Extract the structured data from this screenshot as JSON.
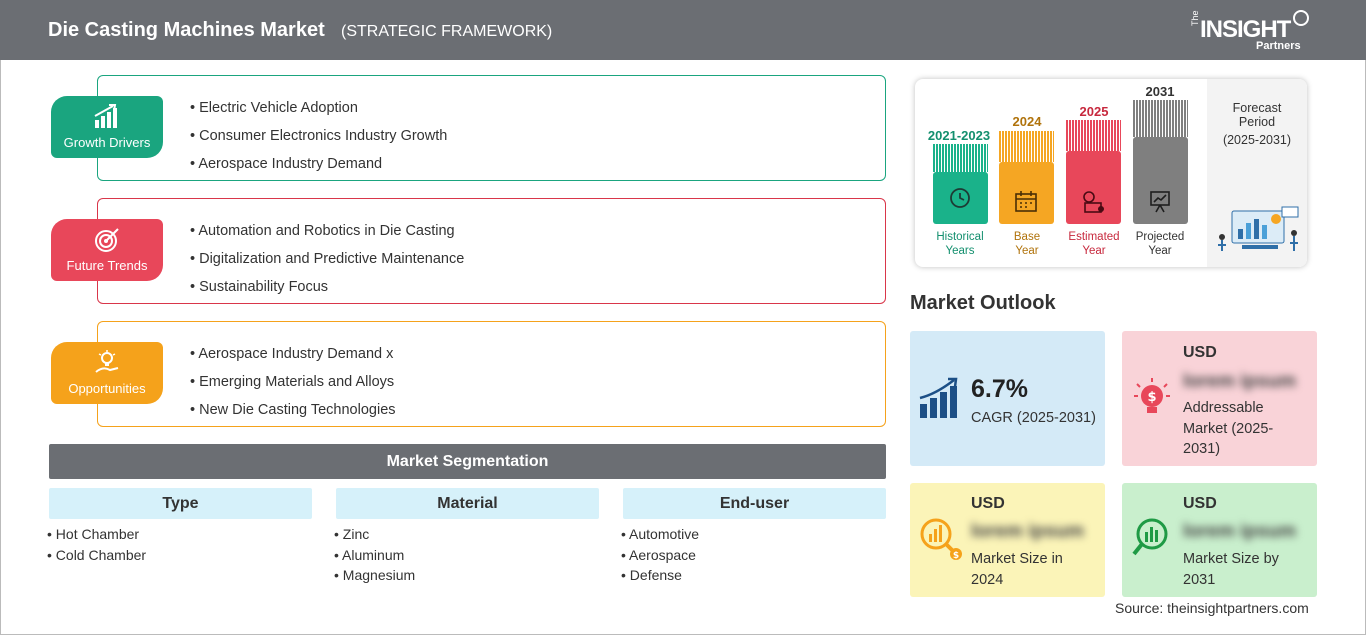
{
  "header": {
    "title": "Die Casting Machines Market",
    "subtitle": "(STRATEGIC FRAMEWORK)",
    "logo": {
      "the": "The",
      "insight": "INSIGHT",
      "partners": "Partners"
    }
  },
  "framework": {
    "growth_drivers": {
      "label": "Growth Drivers",
      "color": "#1aa57f",
      "items": [
        "Electric Vehicle Adoption",
        "Consumer Electronics Industry Growth",
        "Aerospace Industry Demand"
      ]
    },
    "future_trends": {
      "label": "Future Trends",
      "color": "#e8475a",
      "items": [
        "Automation and Robotics in Die Casting",
        "Digitalization and Predictive Maintenance",
        "Sustainability Focus"
      ]
    },
    "opportunities": {
      "label": "Opportunities",
      "color": "#f5a21b",
      "items": [
        "Aerospace Industry Demand x",
        "Emerging Materials and Alloys",
        "New Die Casting Technologies"
      ]
    }
  },
  "segmentation": {
    "title": "Market Segmentation",
    "columns": [
      {
        "title": "Type",
        "items": [
          "Hot Chamber",
          "Cold Chamber"
        ]
      },
      {
        "title": "Material",
        "items": [
          "Zinc",
          "Aluminum",
          "Magnesium"
        ]
      },
      {
        "title": "End-user",
        "items": [
          "Automotive",
          "Aerospace",
          "Defense"
        ]
      }
    ]
  },
  "timeline": {
    "historical": {
      "year": "2021-2023",
      "caption_1": "Historical",
      "caption_2": "Years",
      "color": "#1ab28a",
      "icon": "history-icon"
    },
    "base": {
      "year": "2024",
      "caption_1": "Base",
      "caption_2": "Year",
      "color": "#f5a623",
      "icon": "calendar-icon"
    },
    "estimated": {
      "year": "2025",
      "caption_1": "Estimated",
      "caption_2": "Year",
      "color": "#e8475a",
      "icon": "gear-chart-icon"
    },
    "projected": {
      "year": "2031",
      "caption_1": "Projected",
      "caption_2": "Year",
      "color": "#7f7f7f",
      "icon": "presentation-icon"
    },
    "forecast": {
      "title_1": "Forecast",
      "title_2": "Period",
      "period": "(2025-2031)"
    }
  },
  "outlook": {
    "title": "Market Outlook",
    "cagr": {
      "value": "6.7%",
      "label": "CAGR (2025-2031)",
      "bg": "#d4eaf7",
      "icon": "growth-chart-icon"
    },
    "addressable": {
      "currency": "USD",
      "value": "lorem ipsum",
      "label_1": "Addressable",
      "label_2": "Market (2025-",
      "label_3": "2031)",
      "bg": "#f9d3d8",
      "icon": "lightbulb-dollar-icon"
    },
    "size_2024": {
      "currency": "USD",
      "value": "lorem ipsum",
      "label_1": "Market Size in",
      "label_2": "2024",
      "bg": "#fbf4b8",
      "icon": "magnifier-chart-icon"
    },
    "size_2031": {
      "currency": "USD",
      "value": "lorem ipsum",
      "label_1": "Market Size by",
      "label_2": "2031",
      "bg": "#c9efcd",
      "icon": "magnifier-bars-icon"
    }
  },
  "source": "Source: theinsightpartners.com"
}
